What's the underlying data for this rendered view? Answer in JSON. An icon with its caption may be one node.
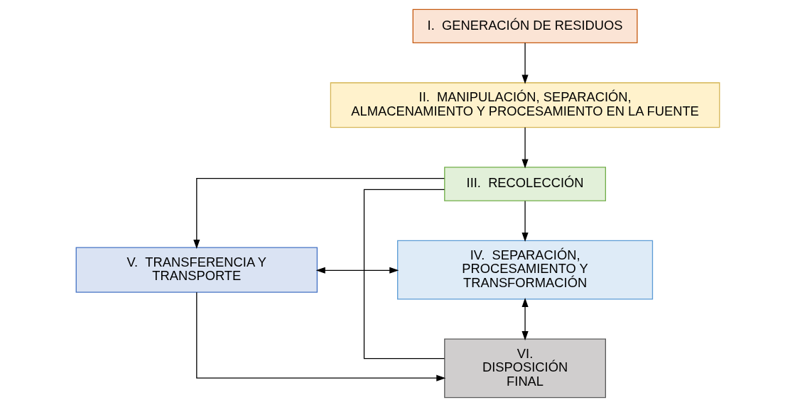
{
  "diagram": {
    "nodes": [
      {
        "text": [
          "I.  GENERACIÓN DE RESIDUOS"
        ]
      },
      {
        "text": [
          "II.  MANIPULACIÓN, SEPARACIÓN, ALMACENAMIENTO Y PROCESAMIENTO EN LA FUENTE"
        ]
      },
      {
        "text": [
          "III.  RECOLECCIÓN"
        ]
      },
      {
        "text": [
          "V.  TRANSFERENCIA Y TRANSPORTE"
        ]
      },
      {
        "text": [
          "IV.  SEPARACIÓN, PROCESAMIENTO Y TRANSFORMACIÓN"
        ]
      },
      {
        "text": [
          "VI.  DISPOSICIÓN FINAL"
        ]
      }
    ],
    "edges": [
      {
        "from": 0,
        "to": 1,
        "arrow": "to"
      },
      {
        "from": 1,
        "to": 2,
        "arrow": "to"
      },
      {
        "from": 2,
        "to": 3,
        "arrow": "to"
      },
      {
        "from": 2,
        "to": 4,
        "arrow": "to"
      },
      {
        "from": 3,
        "to": 4,
        "arrow": "both"
      },
      {
        "from": 2,
        "to": 5,
        "arrow": "none"
      },
      {
        "from": 3,
        "to": 5,
        "arrow": "to"
      },
      {
        "from": 5,
        "to": 4,
        "arrow": "both"
      }
    ]
  }
}
